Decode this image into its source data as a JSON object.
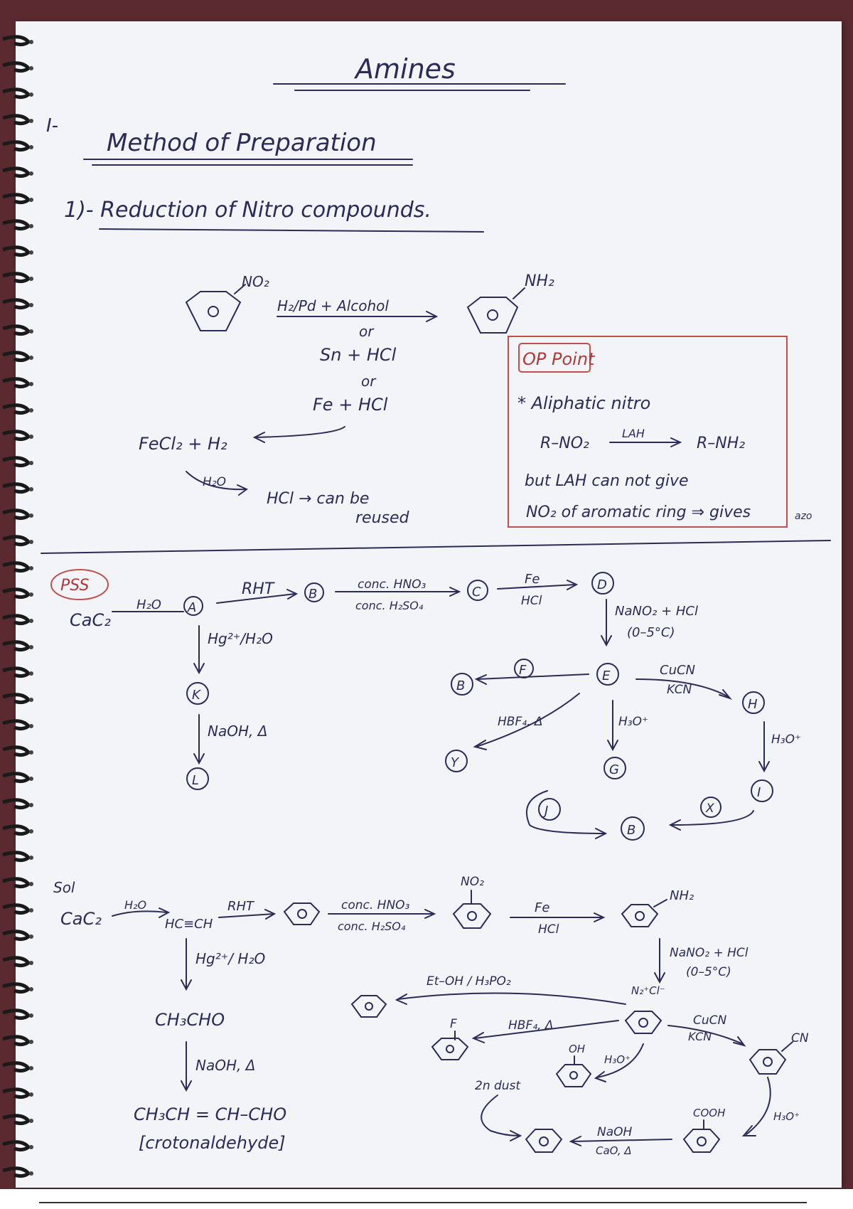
{
  "title": "Amines",
  "section_number": "I-",
  "section_title": "Method of Preparation",
  "subsection_title": "1)- Reduction of Nitro compounds.",
  "reaction1": {
    "reactant_group": "NO₂",
    "product_group": "NH₂",
    "reagent1": "H₂/Pd + Alcohol",
    "or1": "or",
    "reagent2": "Sn + HCl",
    "or2": "or",
    "reagent3": "Fe + HCl",
    "byproduct": "FeCl₂ + H₂",
    "water": "H₂O",
    "hcl_note": "HCl → can be",
    "hcl_note2": "reused"
  },
  "op_point": {
    "label": "OP Point",
    "line1": "* Aliphatic nitro",
    "line2_left": "R–NO₂",
    "line2_arrow": "LAH",
    "line2_right": "R–NH₂",
    "line3": "but LAH can not give",
    "line4": "NO₂ of aromatic ring ⇒ gives",
    "line4b": "azo"
  },
  "pss": {
    "label": "PSS",
    "start": "CaC₂",
    "h2o": "H₂O",
    "A": "A",
    "rht": "RHT",
    "B": "B",
    "conc1": "conc. HNO₃",
    "conc2": "conc. H₂SO₄",
    "C": "C",
    "fe": "Fe",
    "hcl": "HCl",
    "D": "D",
    "nano2": "NaNO₂ + HCl",
    "temp": "(0–5°C)",
    "E": "E",
    "F": "F",
    "B2": "B",
    "cucn": "CuCN",
    "kcn": "KCN",
    "H": "H",
    "hbf4": "HBF₄, Δ",
    "h3o1": "H₃O⁺",
    "h3o2": "H₃O⁺",
    "Y": "Y",
    "G": "G",
    "I": "I",
    "J": "J",
    "X": "X",
    "B3": "B",
    "hg": "Hg²⁺/H₂O",
    "K": "K",
    "naoh": "NaOH, Δ",
    "L": "L"
  },
  "sol": {
    "label": "Sol",
    "start": "CaC₂",
    "h2o": "H₂O",
    "acetylene": "HC≡CH",
    "rht": "RHT",
    "conc1": "conc. HNO₃",
    "conc2": "conc. H₂SO₄",
    "no2": "NO₂",
    "fe": "Fe",
    "hcl": "HCl",
    "nh2": "NH₂",
    "nano2": "NaNO₂ + HCl",
    "temp": "(0–5°C)",
    "diazo": "N₂⁺Cl⁻",
    "etoh": "Et–OH / H₃PO₂",
    "hbf4": "HBF₄, Δ",
    "f": "F",
    "cucn": "CuCN",
    "kcn": "KCN",
    "cn": "CN",
    "oh": "OH",
    "h3o1": "H₃O⁺",
    "h3o2": "H₃O⁺",
    "second_dust": "2n dust",
    "cooh": "COOH",
    "naoh_cao": "NaOH",
    "cao": "CaO, Δ",
    "hg": "Hg²⁺/ H₂O",
    "ch3cho": "CH₃CHO",
    "naoh": "NaOH, Δ",
    "product": "CH₃CH = CH–CHO",
    "product_name": "[crotonaldehyde]"
  }
}
